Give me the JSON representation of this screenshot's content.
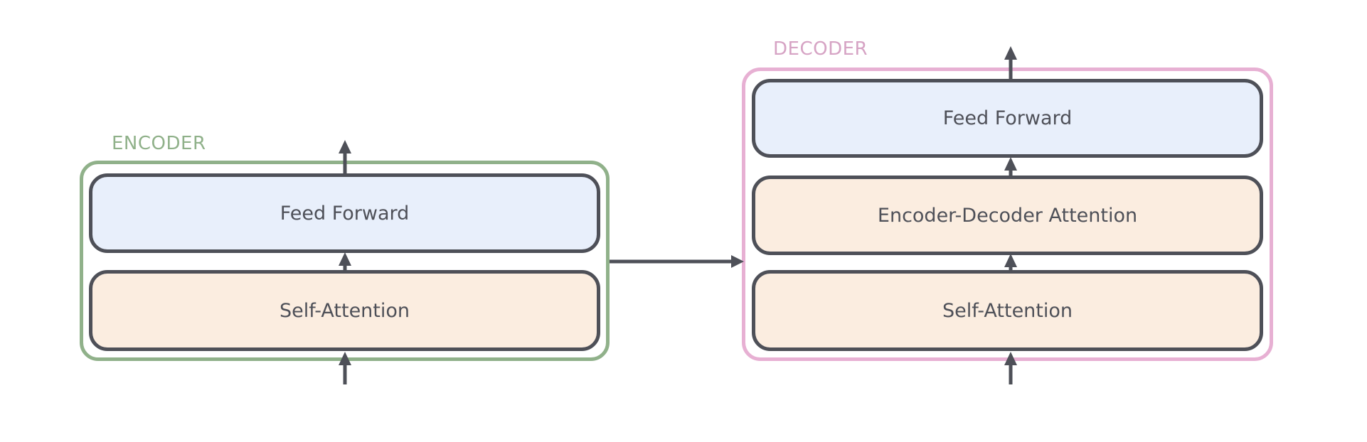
{
  "encoder": {
    "label": "ENCODER",
    "frame_color": "#90b18a",
    "layers": {
      "feed_forward": "Feed Forward",
      "self_attention": "Self-Attention"
    }
  },
  "decoder": {
    "label": "DECODER",
    "frame_color": "#e7b0d3",
    "layers": {
      "feed_forward": "Feed Forward",
      "encoder_decoder_attention": "Encoder-Decoder Attention",
      "self_attention": "Self-Attention"
    }
  },
  "colors": {
    "feed_forward_fill": "#e8effb",
    "attention_fill": "#fbede0",
    "block_border": "#4e5058",
    "arrow": "#4e5058"
  },
  "icons": {
    "flow_arrow": "up-arrow-icon",
    "connection_arrow": "right-arrow-icon"
  }
}
